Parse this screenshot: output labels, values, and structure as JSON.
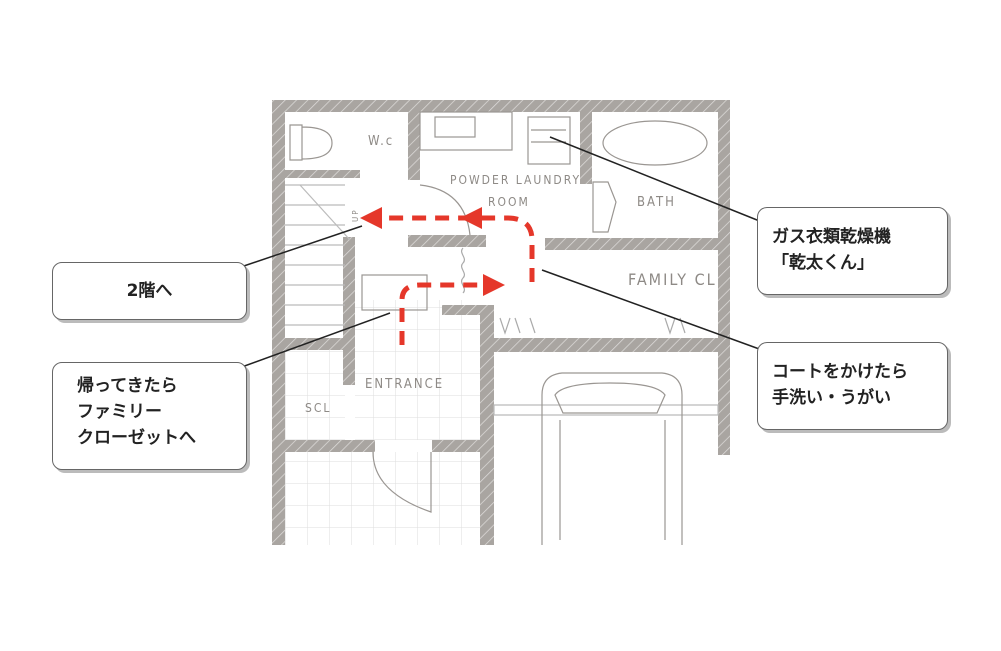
{
  "rooms": {
    "wc": "W.c",
    "powder1": "POWDER LAUNDRY",
    "powder2": "ROOM",
    "bath": "BATH",
    "family": "FAMILY CL",
    "entrance": "ENTRANCE",
    "scl": "SCL",
    "up": "UP"
  },
  "callouts": {
    "stairs": [
      "2階へ"
    ],
    "closet": [
      "帰ってきたら",
      "ファミリー",
      "クローゼットへ"
    ],
    "dryer": [
      "ガス衣類乾燥機",
      "「乾太くん」"
    ],
    "coat": [
      "コートをかけたら",
      "手洗い・うがい"
    ]
  },
  "colors": {
    "wall": "#a9a5a1",
    "route": "#e5372a",
    "line": "#9a9692"
  }
}
